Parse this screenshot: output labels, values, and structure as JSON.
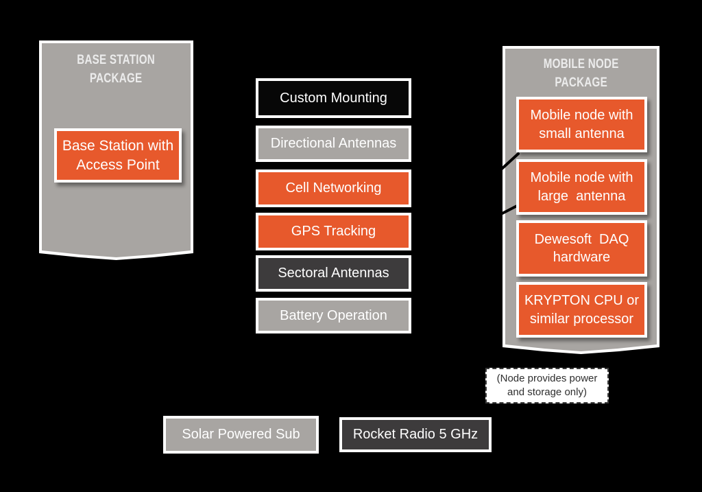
{
  "colors": {
    "background": "#000000",
    "orange": "#e7592c",
    "gray": "#a8a5a2",
    "dark": "#3d3b3c",
    "black": "#070707",
    "panel_border": "#ffffff",
    "title_text": "#ececec",
    "box_text": "#ffffff",
    "note_bg": "#ffffff",
    "note_text": "#2e2e2e",
    "connector": "#000000"
  },
  "left_panel": {
    "title": "BASE STATION\nPACKAGE",
    "box": {
      "label": "Base Station with\nAccess Point"
    }
  },
  "middle_column": {
    "items": [
      {
        "label": "Custom Mounting",
        "fill": "black"
      },
      {
        "label": "Directional Antennas",
        "fill": "gray"
      },
      {
        "label": "Cell Networking",
        "fill": "orange"
      },
      {
        "label": "GPS Tracking",
        "fill": "orange"
      },
      {
        "label": "Sectoral Antennas",
        "fill": "dark"
      },
      {
        "label": "Battery Operation",
        "fill": "gray"
      }
    ]
  },
  "right_panel": {
    "title": "MOBILE NODE\nPACKAGE",
    "items": [
      {
        "label": "Mobile node with\nsmall antenna"
      },
      {
        "label": "Mobile node with\nlarge  antenna"
      },
      {
        "label": "Dewesoft  DAQ\nhardware"
      },
      {
        "label": "KRYPTON CPU or\nsimilar processor"
      }
    ]
  },
  "note": {
    "label": "(Node provides power\nand storage only)"
  },
  "bottom_row": {
    "items": [
      {
        "label": "Solar Powered Sub",
        "fill": "gray"
      },
      {
        "label": "Rocket Radio 5 GHz",
        "fill": "dark"
      }
    ]
  }
}
